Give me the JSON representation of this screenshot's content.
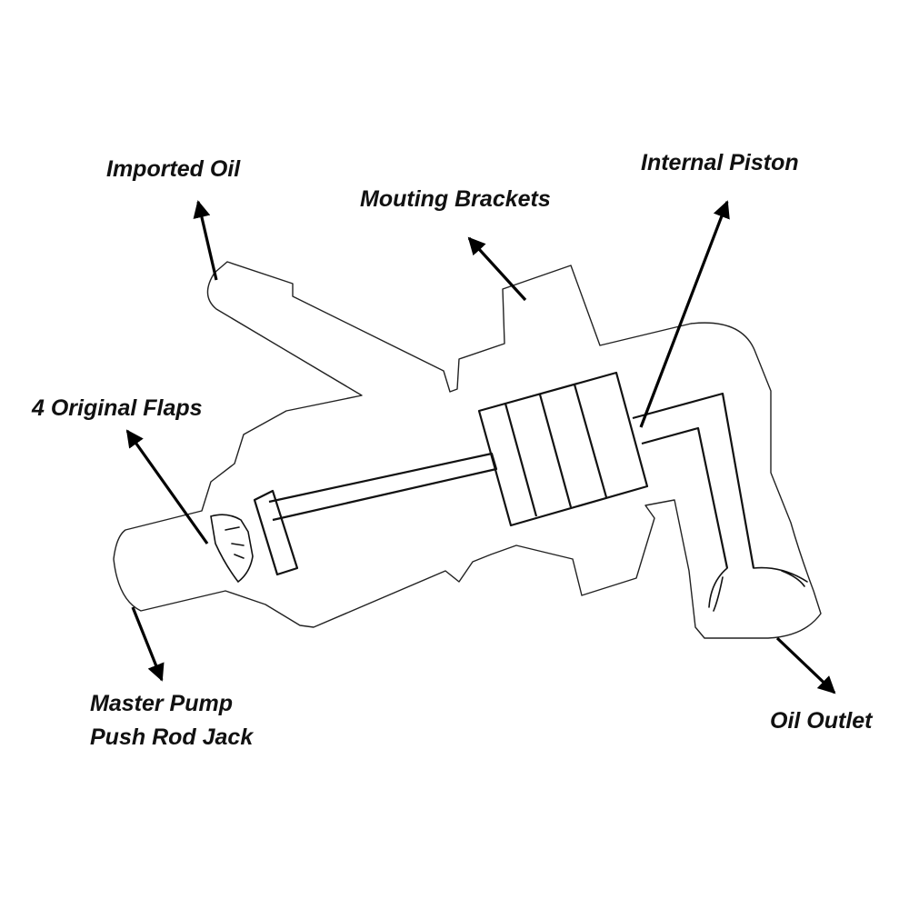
{
  "labels": {
    "imported_oil": "Imported Oil",
    "mounting_brackets": "Mouting Brackets",
    "internal_piston": "Internal Piston",
    "original_flaps": "4 Original Flaps",
    "push_rod_line1": "Master Pump",
    "push_rod_line2": "Push Rod Jack",
    "oil_outlet": "Oil Outlet"
  }
}
